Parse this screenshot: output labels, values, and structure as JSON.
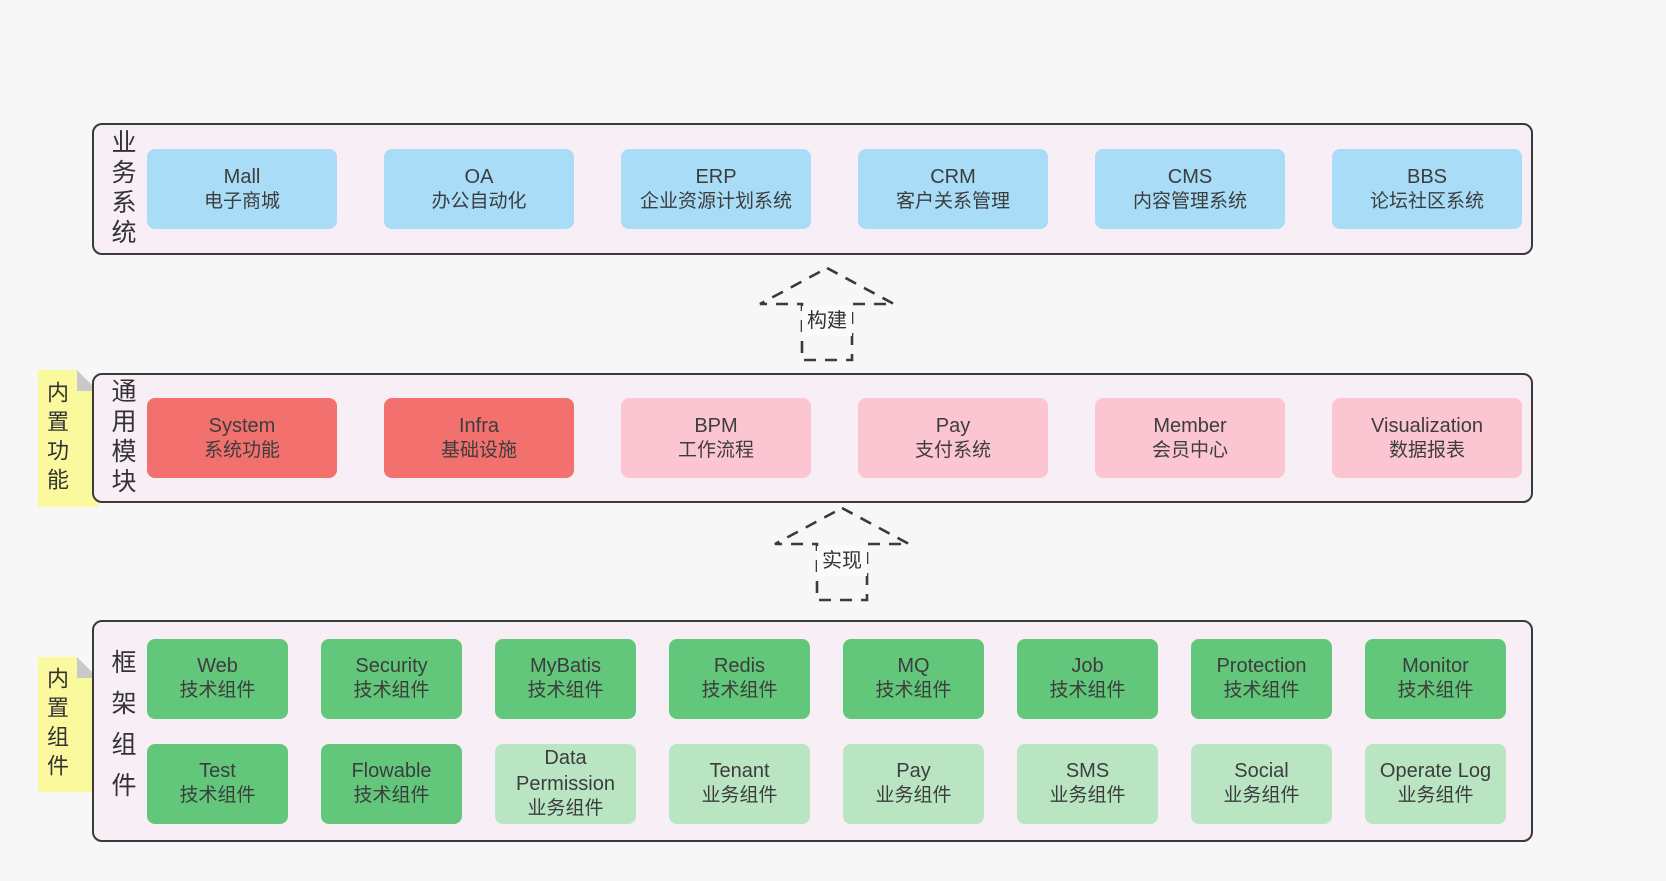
{
  "diagram": {
    "bands": [
      {
        "id": "business-systems",
        "side_label": "业务系统",
        "boxes": [
          {
            "title": "Mall",
            "subtitle": "电子商城"
          },
          {
            "title": "OA",
            "subtitle": "办公自动化"
          },
          {
            "title": "ERP",
            "subtitle": "企业资源计划系统"
          },
          {
            "title": "CRM",
            "subtitle": "客户关系管理"
          },
          {
            "title": "CMS",
            "subtitle": "内容管理系统"
          },
          {
            "title": "BBS",
            "subtitle": "论坛社区系统"
          }
        ]
      },
      {
        "id": "common-modules",
        "side_label": "通用模块",
        "note": "内置功能",
        "boxes": [
          {
            "title": "System",
            "subtitle": "系统功能"
          },
          {
            "title": "Infra",
            "subtitle": "基础设施"
          },
          {
            "title": "BPM",
            "subtitle": "工作流程"
          },
          {
            "title": "Pay",
            "subtitle": "支付系统"
          },
          {
            "title": "Member",
            "subtitle": "会员中心"
          },
          {
            "title": "Visualization",
            "subtitle": "数据报表"
          }
        ]
      },
      {
        "id": "framework-components",
        "side_label": "框架组件",
        "note": "内置组件",
        "rows": [
          [
            {
              "title": "Web",
              "subtitle": "技术组件"
            },
            {
              "title": "Security",
              "subtitle": "技术组件"
            },
            {
              "title": "MyBatis",
              "subtitle": "技术组件"
            },
            {
              "title": "Redis",
              "subtitle": "技术组件"
            },
            {
              "title": "MQ",
              "subtitle": "技术组件"
            },
            {
              "title": "Job",
              "subtitle": "技术组件"
            },
            {
              "title": "Protection",
              "subtitle": "技术组件"
            },
            {
              "title": "Monitor",
              "subtitle": "技术组件"
            }
          ],
          [
            {
              "title": "Test",
              "subtitle": "技术组件"
            },
            {
              "title": "Flowable",
              "subtitle": "技术组件"
            },
            {
              "title": "Data Permission",
              "subtitle": "业务组件"
            },
            {
              "title": "Tenant",
              "subtitle": "业务组件"
            },
            {
              "title": "Pay",
              "subtitle": "业务组件"
            },
            {
              "title": "SMS",
              "subtitle": "业务组件"
            },
            {
              "title": "Social",
              "subtitle": "业务组件"
            },
            {
              "title": "Operate Log",
              "subtitle": "业务组件"
            }
          ]
        ]
      }
    ],
    "arrows": [
      {
        "label": "构建"
      },
      {
        "label": "实现"
      }
    ]
  },
  "colors": {
    "page_bg": "#f7f7f7",
    "band_bg": "#f8eef6",
    "band_border": "#3a3a3a",
    "text": "#3a3a3a",
    "blue": "#a8dcf7",
    "red": "#f2706e",
    "pink": "#fbc6d1",
    "green": "#62c77a",
    "green_light": "#b9e5c3",
    "note_yellow": "#faf99d",
    "note_fold": "#c9c9c9"
  }
}
